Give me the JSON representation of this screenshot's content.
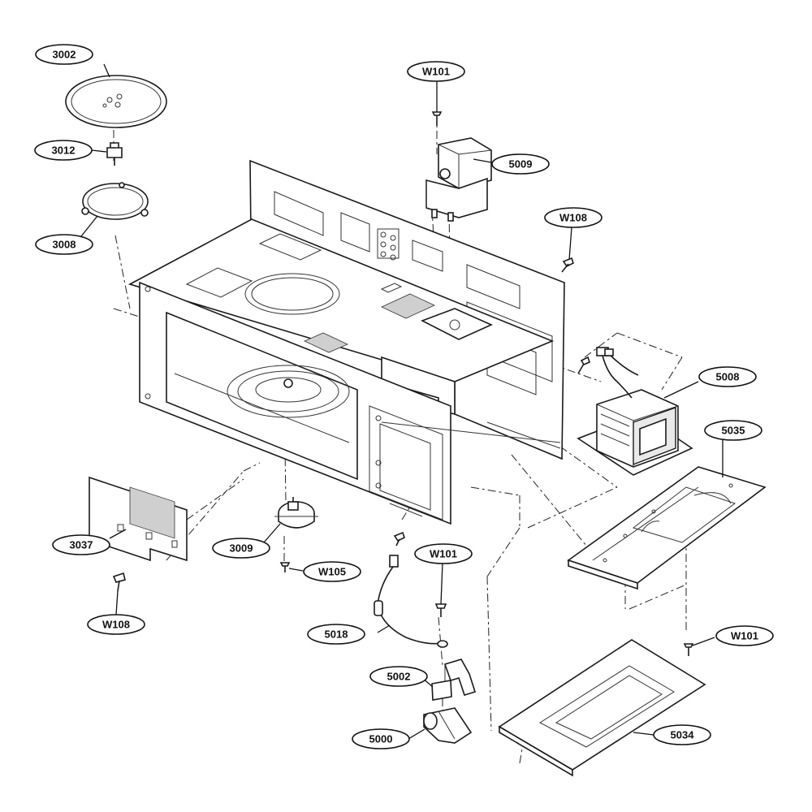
{
  "callouts": {
    "c3002": "3002",
    "c3012": "3012",
    "c3008": "3008",
    "c3037": "3037",
    "c3009": "3009",
    "cW105": "W105",
    "cW108a": "W108",
    "cW101a": "W101",
    "c5009": "5009",
    "cW108b": "W108",
    "c5008": "5008",
    "c5035": "5035",
    "cW101b": "W101",
    "c5018": "5018",
    "c5002": "5002",
    "c5000": "5000",
    "cW101c": "W101",
    "c5034": "5034"
  }
}
